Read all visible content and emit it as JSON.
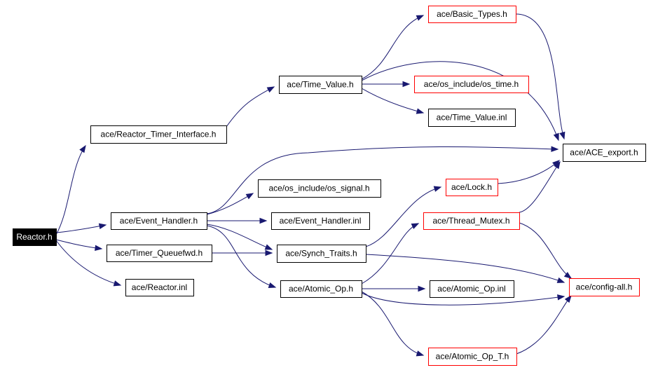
{
  "graph": {
    "colors": {
      "edge": "#191970",
      "node_border": "#000000",
      "undocumented_border": "#ff0000",
      "root_fill": "#000000",
      "root_text": "#ffffff"
    },
    "nodes": [
      {
        "id": "reactor_h",
        "label": "Reactor.h",
        "kind": "root"
      },
      {
        "id": "reactor_timer_interface",
        "label": "ace/Reactor_Timer_Interface.h",
        "kind": "normal"
      },
      {
        "id": "time_value_h",
        "label": "ace/Time_Value.h",
        "kind": "normal"
      },
      {
        "id": "basic_types",
        "label": "ace/Basic_Types.h",
        "kind": "undocumented"
      },
      {
        "id": "os_time",
        "label": "ace/os_include/os_time.h",
        "kind": "undocumented"
      },
      {
        "id": "time_value_inl",
        "label": "ace/Time_Value.inl",
        "kind": "normal"
      },
      {
        "id": "ace_export",
        "label": "ace/ACE_export.h",
        "kind": "normal"
      },
      {
        "id": "os_signal",
        "label": "ace/os_include/os_signal.h",
        "kind": "normal"
      },
      {
        "id": "lock_h",
        "label": "ace/Lock.h",
        "kind": "undocumented"
      },
      {
        "id": "event_handler_h",
        "label": "ace/Event_Handler.h",
        "kind": "normal"
      },
      {
        "id": "event_handler_inl",
        "label": "ace/Event_Handler.inl",
        "kind": "normal"
      },
      {
        "id": "thread_mutex",
        "label": "ace/Thread_Mutex.h",
        "kind": "undocumented"
      },
      {
        "id": "timer_queuefwd",
        "label": "ace/Timer_Queuefwd.h",
        "kind": "normal"
      },
      {
        "id": "synch_traits",
        "label": "ace/Synch_Traits.h",
        "kind": "normal"
      },
      {
        "id": "config_all",
        "label": "ace/config-all.h",
        "kind": "undocumented"
      },
      {
        "id": "reactor_inl",
        "label": "ace/Reactor.inl",
        "kind": "normal"
      },
      {
        "id": "atomic_op_h",
        "label": "ace/Atomic_Op.h",
        "kind": "normal"
      },
      {
        "id": "atomic_op_inl",
        "label": "ace/Atomic_Op.inl",
        "kind": "normal"
      },
      {
        "id": "atomic_op_t",
        "label": "ace/Atomic_Op_T.h",
        "kind": "undocumented"
      }
    ],
    "edges": [
      {
        "from": "reactor_h",
        "to": "reactor_timer_interface"
      },
      {
        "from": "reactor_h",
        "to": "event_handler_h"
      },
      {
        "from": "reactor_h",
        "to": "timer_queuefwd"
      },
      {
        "from": "reactor_h",
        "to": "reactor_inl"
      },
      {
        "from": "reactor_timer_interface",
        "to": "time_value_h"
      },
      {
        "from": "time_value_h",
        "to": "basic_types"
      },
      {
        "from": "time_value_h",
        "to": "ace_export"
      },
      {
        "from": "time_value_h",
        "to": "os_time"
      },
      {
        "from": "time_value_h",
        "to": "time_value_inl"
      },
      {
        "from": "basic_types",
        "to": "ace_export"
      },
      {
        "from": "event_handler_h",
        "to": "ace_export"
      },
      {
        "from": "event_handler_h",
        "to": "os_signal"
      },
      {
        "from": "event_handler_h",
        "to": "event_handler_inl"
      },
      {
        "from": "event_handler_h",
        "to": "synch_traits"
      },
      {
        "from": "event_handler_h",
        "to": "atomic_op_h"
      },
      {
        "from": "timer_queuefwd",
        "to": "synch_traits"
      },
      {
        "from": "synch_traits",
        "to": "lock_h"
      },
      {
        "from": "synch_traits",
        "to": "config_all"
      },
      {
        "from": "lock_h",
        "to": "ace_export"
      },
      {
        "from": "thread_mutex",
        "to": "ace_export"
      },
      {
        "from": "thread_mutex",
        "to": "config_all"
      },
      {
        "from": "atomic_op_h",
        "to": "thread_mutex"
      },
      {
        "from": "atomic_op_h",
        "to": "atomic_op_inl"
      },
      {
        "from": "atomic_op_h",
        "to": "config_all"
      },
      {
        "from": "atomic_op_h",
        "to": "atomic_op_t"
      },
      {
        "from": "atomic_op_t",
        "to": "config_all"
      }
    ]
  }
}
